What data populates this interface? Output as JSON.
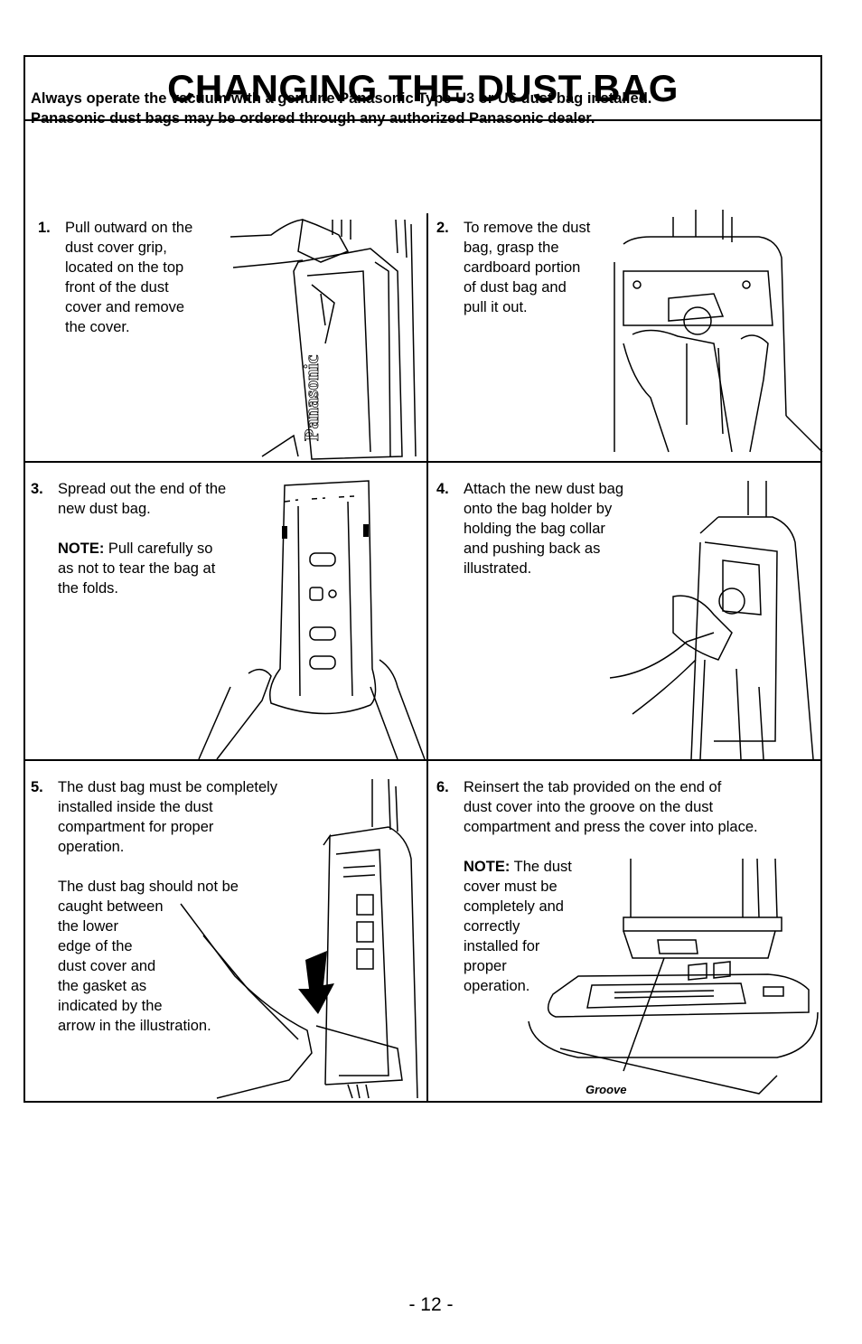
{
  "title": "CHANGING THE DUST BAG",
  "intro": [
    "Always operate the vacuum with a genuine Panasonic Type U3 or U6 dust bag installed.",
    "Panasonic dust bags may be ordered through any authorized Panasonic dealer."
  ],
  "steps": [
    {
      "number": "1.",
      "lines": [
        "Pull outward on the",
        "dust cover grip,",
        "located on the top",
        "front of the dust",
        "cover and remove",
        "the cover."
      ]
    },
    {
      "number": "2.",
      "lines": [
        "To remove the dust",
        "bag, grasp the",
        "cardboard portion",
        "of dust bag and",
        "pull it out."
      ]
    },
    {
      "number": "3.",
      "lines": [
        "Spread out the end of the",
        "new dust bag."
      ],
      "note_label": "NOTE:",
      "note_lines": [
        " Pull carefully so",
        "as not to tear the bag at",
        "the folds."
      ]
    },
    {
      "number": "4.",
      "lines": [
        "Attach the new dust bag",
        "onto the bag holder by",
        "holding the bag collar",
        "and pushing back as",
        "illustrated."
      ]
    },
    {
      "number": "5.",
      "lines": [
        "The dust bag must be completely",
        "installed inside the dust",
        "compartment for proper",
        "operation."
      ],
      "extra_lines": [
        "The dust bag should not be",
        "caught between",
        "the lower",
        "edge of the",
        "dust cover and",
        "the gasket as",
        "indicated by the",
        "arrow in the illustration."
      ]
    },
    {
      "number": "6.",
      "lines": [
        "Reinsert the tab provided on the end of",
        "dust cover into the groove on the dust",
        "compartment and press the cover into place."
      ],
      "note_label": "NOTE:",
      "note_lines": [
        " The dust",
        "cover must be",
        "completely and",
        "correctly",
        "installed for",
        "proper",
        "operation."
      ]
    }
  ],
  "illustrations": {
    "brand_on_vacuum": "Panasonic",
    "groove_label": "Groove"
  },
  "icons": [
    "vacuum-front-illustration",
    "bag-removal-illustration",
    "dust-bag-illustration",
    "bag-attach-illustration",
    "bag-install-illustration",
    "cover-reinsert-illustration"
  ],
  "page_number": "- 12 -"
}
